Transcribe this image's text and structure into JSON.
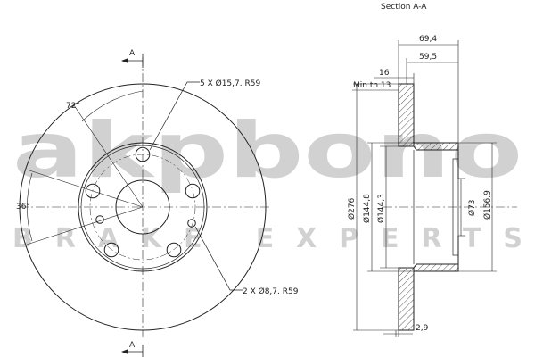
{
  "labels": {
    "section": "Section A-A",
    "arrow_a_top": "A",
    "arrow_a_bottom": "A",
    "bolt_holes": "5 X Ø15,7. R59",
    "small_holes": "2 X Ø8,7. R59",
    "angle_72": "72°",
    "angle_36": "36°"
  },
  "dimensions": {
    "total_height": "69,4",
    "hat_height": "59,5",
    "thickness": "16",
    "min_thickness": "Min th 13",
    "outer_diameter": "Ø276",
    "diameter_1448": "Ø144,8",
    "diameter_1443": "Ø144,3",
    "center_bore": "Ø73",
    "hat_diameter": "Ø156,9",
    "hat_wall": "2,9"
  },
  "watermark": {
    "brand": "akpbono",
    "tagline": "BRAKE EXPERTS",
    "color": "#c9c9c9"
  }
}
